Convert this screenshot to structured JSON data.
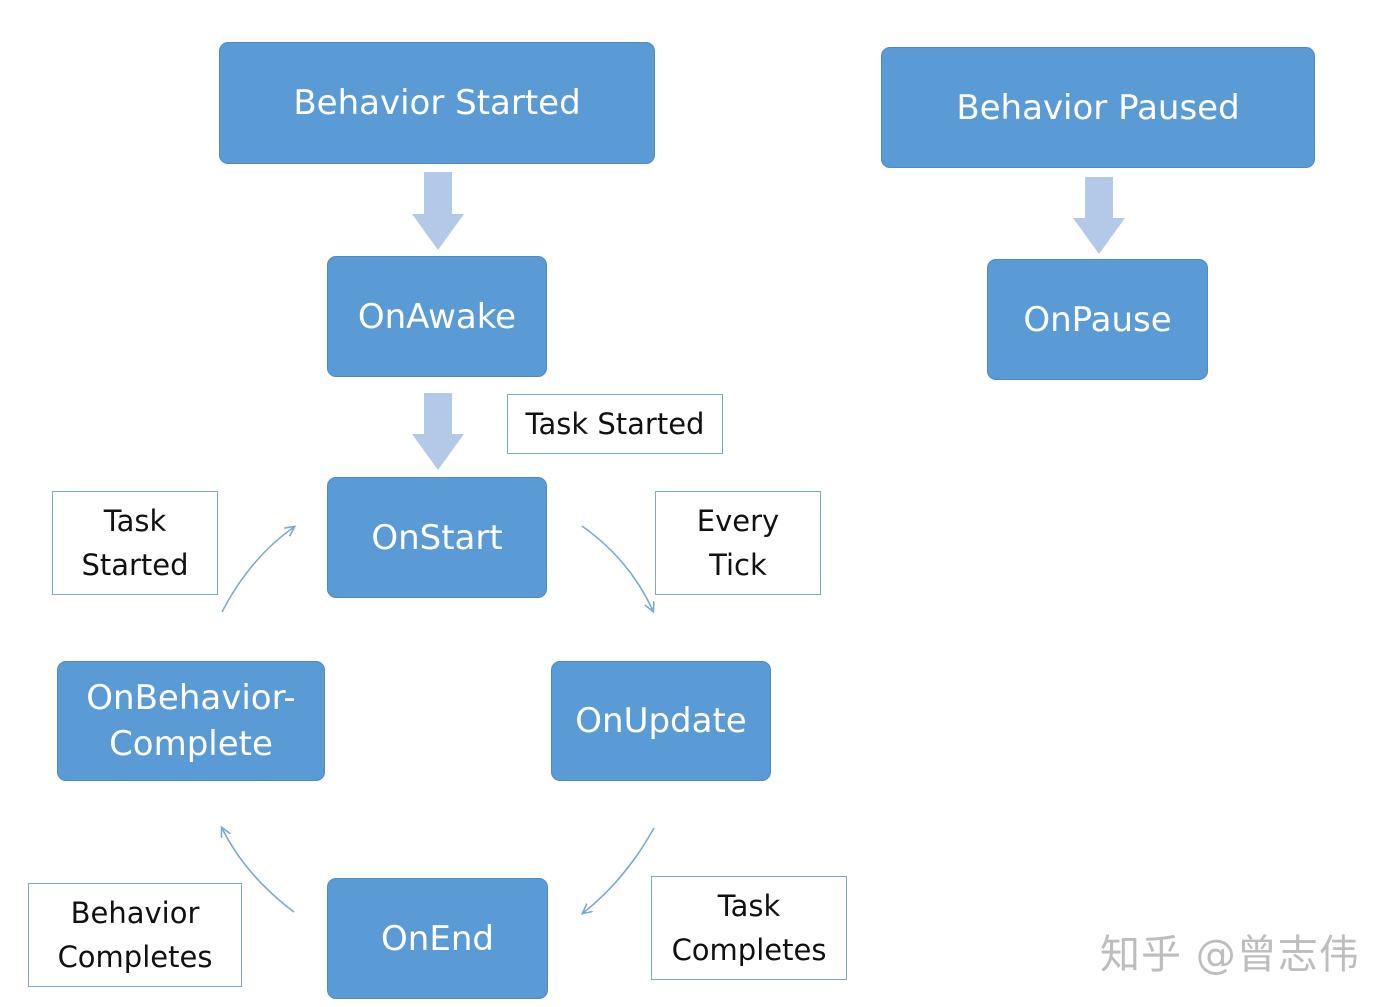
{
  "nodes": {
    "behavior_started": "Behavior Started",
    "on_awake": "OnAwake",
    "on_start": "OnStart",
    "on_update": "OnUpdate",
    "on_end": "OnEnd",
    "on_behavior_complete": "OnBehavior-\nComplete",
    "behavior_paused": "Behavior Paused",
    "on_pause": "OnPause"
  },
  "edge_labels": {
    "task_started_top": "Task Started",
    "task_started_left": "Task\nStarted",
    "every_tick": "Every\nTick",
    "task_completes": "Task\nCompletes",
    "behavior_completes": "Behavior\nCompletes"
  },
  "watermark": "知乎 @曾志伟",
  "colors": {
    "node_fill": "#5b9bd5",
    "block_arrow": "#b4c9e7",
    "curve_arrow": "#7ca8d8",
    "label_border": "#7ca8d8"
  }
}
